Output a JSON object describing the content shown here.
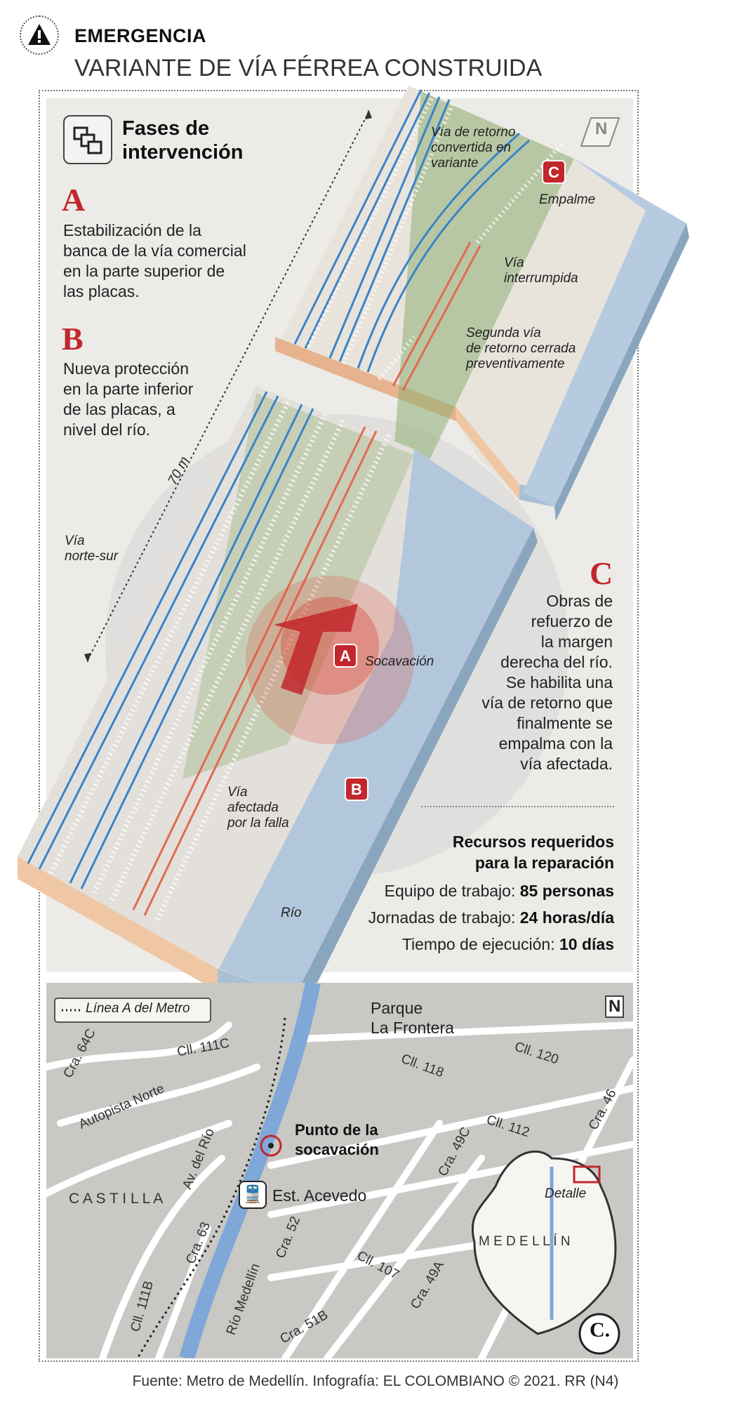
{
  "header": {
    "kicker": "EMERGENCIA",
    "title": "VARIANTE DE VÍA FÉRREA CONSTRUIDA"
  },
  "phases": {
    "title_line1": "Fases de",
    "title_line2": "intervención",
    "a": {
      "letter": "A",
      "text": [
        "Estabilización de la",
        "banca de la vía comercial",
        "en la parte superior de",
        "las placas."
      ]
    },
    "b": {
      "letter": "B",
      "text": [
        "Nueva protección",
        "en la parte inferior",
        "de las placas, a",
        "nivel del río."
      ]
    },
    "c": {
      "letter": "C",
      "text": [
        "Obras de",
        "refuerzo de",
        "la margen",
        "derecha del río.",
        "Se habilita una",
        "vía de retorno que",
        "finalmente se",
        "empalma con la",
        "vía afectada."
      ]
    }
  },
  "diagram_labels": {
    "retorno": [
      "Vía de retorno",
      "convertida en",
      "variante"
    ],
    "empalme": "Empalme",
    "interrumpida": [
      "Vía",
      "interrumpida"
    ],
    "segunda": [
      "Segunda vía",
      "de retorno cerrada",
      "preventivamente"
    ],
    "norte_sur": [
      "Vía",
      "norte-sur"
    ],
    "distance": "70 m",
    "socavacion": "Socavación",
    "afectada": [
      "Vía",
      "afectada",
      "por la falla"
    ],
    "rio": "Río",
    "badge_a": "A",
    "badge_b": "B",
    "badge_c": "C",
    "north": "N"
  },
  "resources": {
    "title_line1": "Recursos requeridos",
    "title_line2": "para la reparación",
    "rows": [
      {
        "label": "Equipo de trabajo:",
        "value": "85 personas"
      },
      {
        "label": "Jornadas de trabajo:",
        "value": "24 horas/día"
      },
      {
        "label": "Tiempo de ejecución:",
        "value": "10 días"
      }
    ]
  },
  "map": {
    "legend": "Línea A del Metro",
    "park_line1": "Parque",
    "park_line2": "La Frontera",
    "point_line1": "Punto de la",
    "point_line2": "socavación",
    "station": "Est. Acevedo",
    "district": "C A S T I L L A",
    "city": "M E D E L L Í N",
    "detail": "Detalle",
    "north": "N",
    "streets": {
      "cra64c": "Cra. 64C",
      "cll111c": "Cll. 111C",
      "autopista": "Autopista Norte",
      "avrio": "Av. del Río",
      "cra63": "Cra. 63",
      "cra111b": "Cll. 111B",
      "riomedellin": "Río Medellín",
      "cra52": "Cra. 52",
      "cll107": "Cll. 107",
      "cra49a": "Cra. 49A",
      "cra51b": "Cra. 51B",
      "cll118": "Cll. 118",
      "cll120": "Cll. 120",
      "cll112": "Cll. 112",
      "cra49c": "Cra. 49C",
      "cra46": "Cra. 46"
    },
    "logo": "C."
  },
  "source": "Fuente: Metro de Medellín. Infografía: EL COLOMBIANO © 2021. RR (N4)"
}
